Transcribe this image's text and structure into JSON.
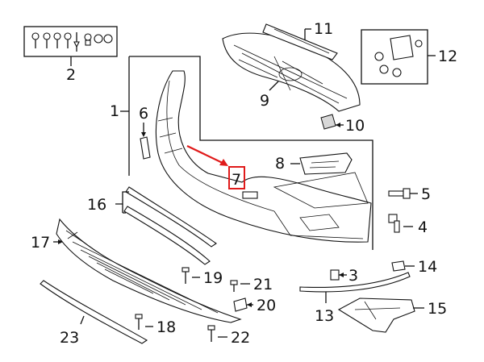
{
  "callouts": {
    "c1": "1",
    "c2": "2",
    "c3": "3",
    "c4": "4",
    "c5": "5",
    "c6": "6",
    "c7": "7",
    "c8": "8",
    "c9": "9",
    "c10": "10",
    "c11": "11",
    "c12": "12",
    "c13": "13",
    "c14": "14",
    "c15": "15",
    "c16": "16",
    "c17": "17",
    "c18": "18",
    "c19": "19",
    "c20": "20",
    "c21": "21",
    "c22": "22",
    "c23": "23"
  },
  "colors": {
    "highlight": "#e01a1a",
    "line": "#111111",
    "panel": "#ffffff"
  },
  "highlighted_part": "7"
}
